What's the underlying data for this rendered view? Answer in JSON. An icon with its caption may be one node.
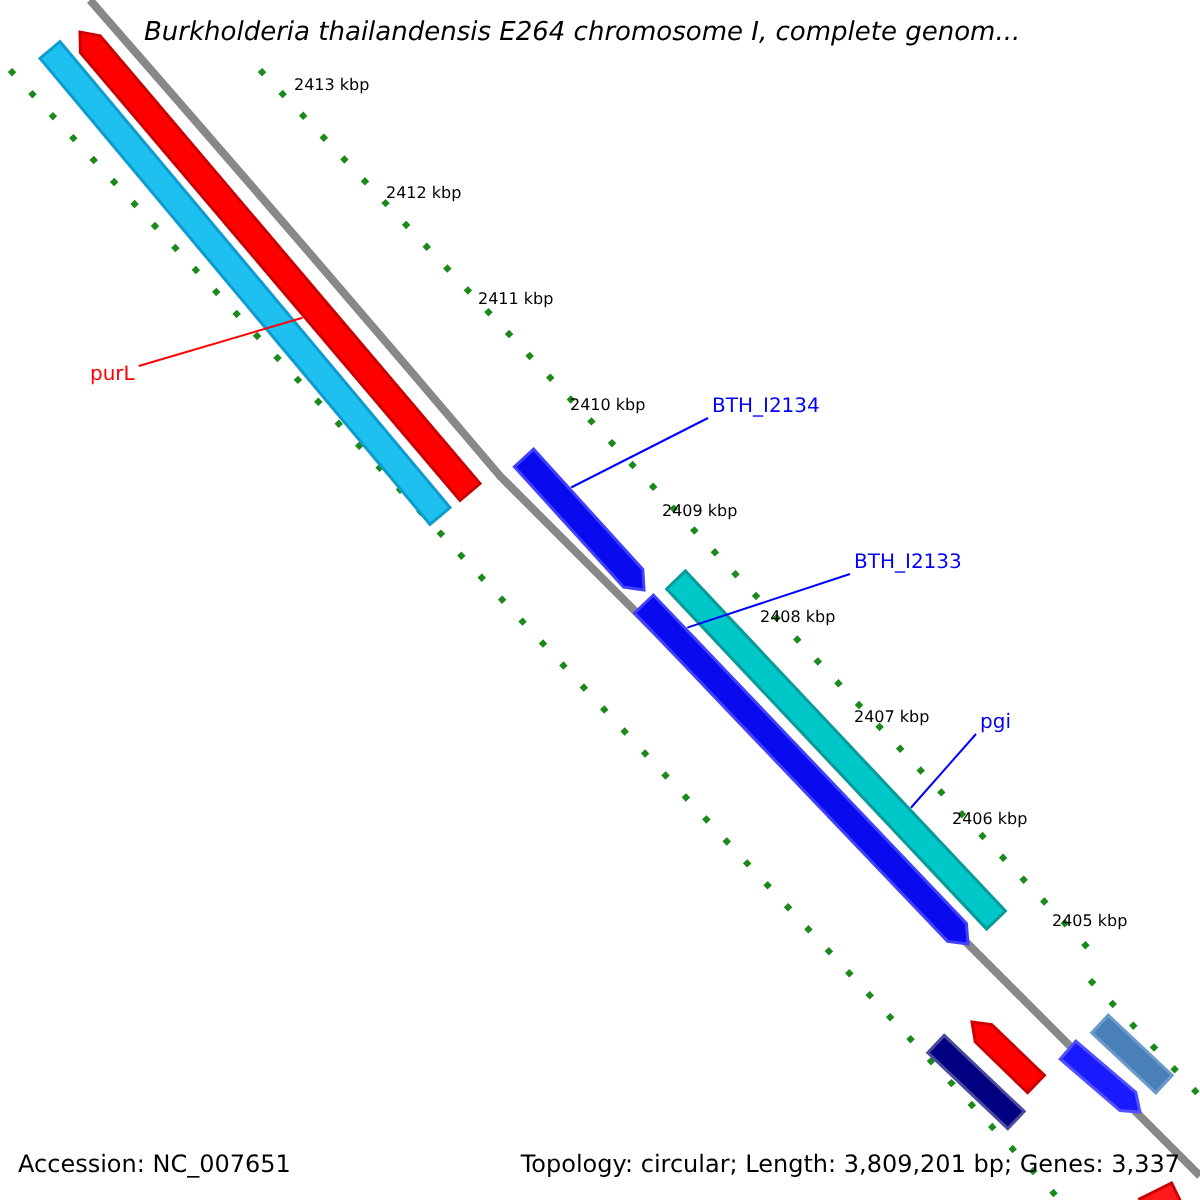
{
  "diagram": {
    "title": "Burkholderia thailandensis E264 chromosome I, complete genom...",
    "nodes": [
      {
        "text": [
          "purL"
        ]
      },
      {
        "text": [],
        "shape": "bar"
      },
      {
        "text": [
          "BTH_I2134"
        ]
      },
      {
        "text": [],
        "shape": "bar"
      },
      {
        "text": [
          "BTH_I2133"
        ]
      },
      {
        "text": [],
        "shape": "bar"
      },
      {
        "text": [
          "pgi"
        ]
      },
      {
        "text": [],
        "shape": "bar"
      }
    ],
    "edges": [
      {
        "from": 0,
        "to": 1,
        "arrow": "none",
        "color": "#ff0000"
      },
      {
        "from": 2,
        "to": 3,
        "arrow": "none"
      },
      {
        "from": 4,
        "to": 5,
        "arrow": "none"
      },
      {
        "from": 6,
        "to": 7,
        "arrow": "none"
      }
    ],
    "labels": [
      "2413 kbp",
      "2412 kbp",
      "2411 kbp",
      "2410 kbp",
      "2409 kbp",
      "2408 kbp",
      "2407 kbp",
      "2406 kbp",
      "2405 kbp",
      "Accession: NC_007651",
      "Topology: circular; Length: 3,809,201 bp; Genes: 3,337"
    ]
  }
}
